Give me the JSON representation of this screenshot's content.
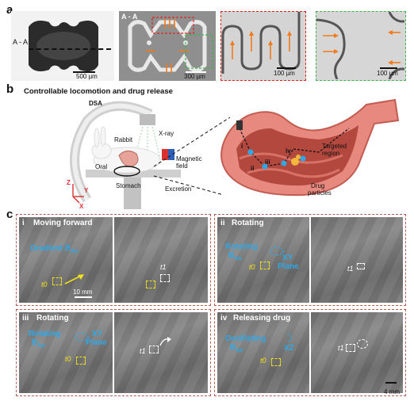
{
  "panel_a": {
    "letter": "a",
    "section_label": "A - A",
    "section_label_2": "A - A",
    "scale_1": "500 µm",
    "scale_2": "300 µm",
    "scale_3": "100 µm",
    "scale_4": "100 µm"
  },
  "panel_b": {
    "letter": "b",
    "title": "Controllable locomotion and drug release",
    "dsa": "DSA",
    "xray": "X-ray",
    "rabbit": "Rabbit",
    "oral": "Oral",
    "magnetic": "Magnetic",
    "field": "field",
    "stomach": "Stomach",
    "excretion": "Excretion",
    "axis_z": "Z",
    "axis_y": "Y",
    "axis_x": "X",
    "roman_i": "i",
    "roman_ii": "ii",
    "roman_iii": "iii",
    "roman_iv": "iv",
    "targeted_1": "Targeted",
    "targeted_2": "region",
    "drug_1": "Drug",
    "drug_2": "particles"
  },
  "panel_c": {
    "letter": "c",
    "sub": [
      {
        "roman": "i",
        "title": "Moving forward",
        "field_1": "Gradient B",
        "field_sub": "Ao",
        "field_2": "",
        "t0": "t0",
        "t1": "t1",
        "scale": "10 mm"
      },
      {
        "roman": "ii",
        "title": "Rotating",
        "field_1": "Rotating",
        "field_2": "B",
        "field_sub": "Ao",
        "plane_1": "XY",
        "plane_2": "Plane",
        "t0": "t0",
        "t1": "t1"
      },
      {
        "roman": "iii",
        "title": "Rotating",
        "field_1": "Rotating",
        "field_2": "B",
        "field_sub": "Ao",
        "plane_1": "XY",
        "plane_2": "Plane",
        "t0": "t0",
        "t1": "t1"
      },
      {
        "roman": "iv",
        "title": "Releasing drug",
        "field_1": "Oscillating",
        "field_2": "B",
        "field_sub": "Ao",
        "plane_1": "XZ",
        "t0": "t0",
        "t1": "t1",
        "scale": "4 mm"
      }
    ]
  },
  "colors": {
    "red_frame": "#e0221f",
    "green_frame": "#3fb34f",
    "blue_text": "#2ea8e6",
    "yellow": "#f2e21b",
    "orange_arrow": "#f07a1c",
    "brown_dash": "#b35a52"
  }
}
